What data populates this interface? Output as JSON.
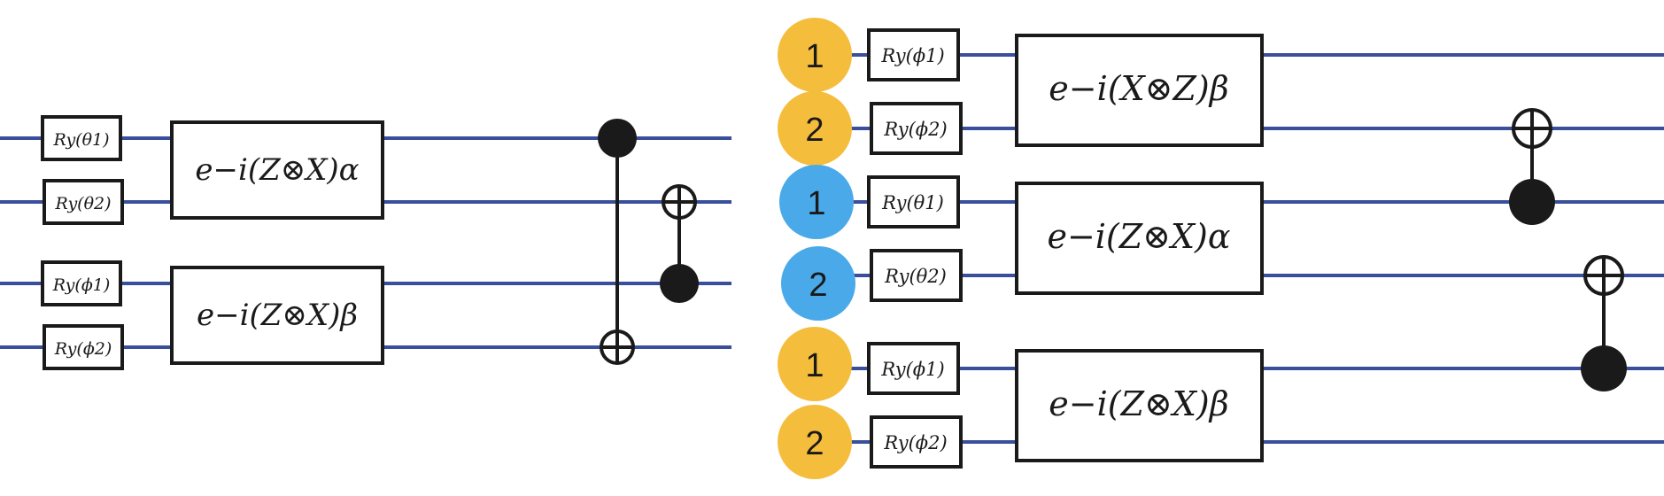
{
  "colors": {
    "wire": "#3a4f9c",
    "gate_border": "#1a1a1a",
    "qubit_yellow": "#f5bd3c",
    "qubit_blue": "#4aa9e8"
  },
  "left_circuit": {
    "rotation_gates": [
      {
        "label": "Ry(θ1)"
      },
      {
        "label": "Ry(θ2)"
      },
      {
        "label": "Ry(ϕ1)"
      },
      {
        "label": "Ry(ϕ2)"
      }
    ],
    "entangling_gates": [
      {
        "label": "e−i(Z⊗X)α"
      },
      {
        "label": "e−i(Z⊗X)β"
      }
    ]
  },
  "right_circuit": {
    "qubits": [
      {
        "label": "1",
        "color": "yellow"
      },
      {
        "label": "2",
        "color": "yellow"
      },
      {
        "label": "1",
        "color": "blue"
      },
      {
        "label": "2",
        "color": "blue"
      },
      {
        "label": "1",
        "color": "yellow"
      },
      {
        "label": "2",
        "color": "yellow"
      }
    ],
    "rotation_gates": [
      {
        "label": "Ry(ϕ1)"
      },
      {
        "label": "Ry(ϕ2)"
      },
      {
        "label": "Ry(θ1)"
      },
      {
        "label": "Ry(θ2)"
      },
      {
        "label": "Ry(ϕ1)"
      },
      {
        "label": "Ry(ϕ2)"
      }
    ],
    "entangling_gates": [
      {
        "label": "e−i(X⊗Z)β"
      },
      {
        "label": "e−i(Z⊗X)α"
      },
      {
        "label": "e−i(Z⊗X)β"
      }
    ]
  }
}
